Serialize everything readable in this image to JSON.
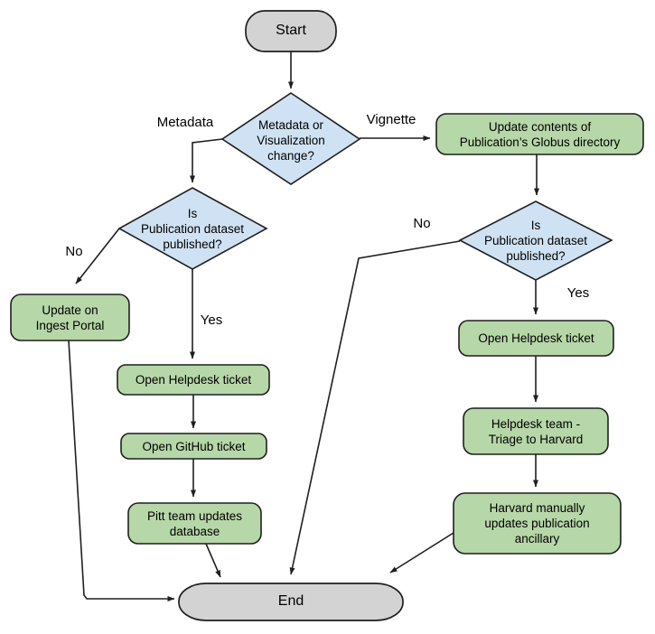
{
  "diagram": {
    "type": "flowchart",
    "nodes": {
      "start": {
        "label": "Start",
        "shape": "terminator"
      },
      "change_decision": {
        "label": "Metadata or\nVisualization\nchange?",
        "shape": "decision"
      },
      "left_published_decision": {
        "label": "Is\nPublication dataset\npublished?",
        "shape": "decision"
      },
      "update_ingest_portal": {
        "label": "Update on\nIngest Portal",
        "shape": "process"
      },
      "open_helpdesk_left": {
        "label": "Open Helpdesk ticket",
        "shape": "process"
      },
      "open_github": {
        "label": "Open GitHub ticket",
        "shape": "process"
      },
      "pitt_updates_db": {
        "label": "Pitt team updates\ndatabase",
        "shape": "process"
      },
      "update_globus": {
        "label": "Update contents of\nPublication’s Globus directory",
        "shape": "process"
      },
      "right_published_decision": {
        "label": "Is\nPublication dataset\npublished?",
        "shape": "decision"
      },
      "open_helpdesk_right": {
        "label": "Open Helpdesk ticket",
        "shape": "process"
      },
      "helpdesk_triage": {
        "label": "Helpdesk team -\nTriage to Harvard",
        "shape": "process"
      },
      "harvard_updates": {
        "label": "Harvard manually\nupdates publication\nancillary",
        "shape": "process"
      },
      "end": {
        "label": "End",
        "shape": "terminator"
      }
    },
    "edge_labels": {
      "metadata": "Metadata",
      "vignette": "Vignette",
      "no_left": "No",
      "yes_left": "Yes",
      "no_right": "No",
      "yes_right": "Yes"
    },
    "colors": {
      "terminator_fill": "#d3d3d3",
      "decision_fill": "#cfe2f3",
      "process_fill": "#b6d7a8",
      "stroke": "#1f1f1f",
      "text": "#000000",
      "background": "#ffffff"
    }
  }
}
